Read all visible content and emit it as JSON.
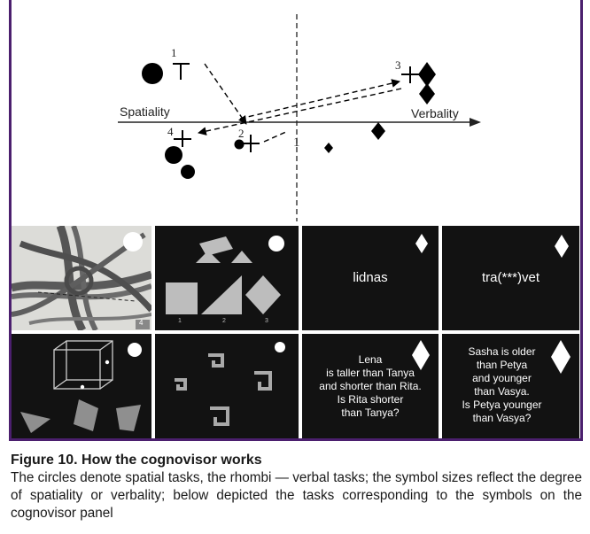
{
  "diagram": {
    "axis_left_label": "Spatiality",
    "axis_right_label": "Verbality",
    "markers": [
      "1",
      "2",
      "3",
      "4",
      "1"
    ]
  },
  "panels": {
    "road_photo": {
      "corner_badge": "4"
    },
    "tangram": {
      "piece_numbers": [
        "1",
        "2",
        "3"
      ]
    },
    "word1": {
      "text": "lidnas"
    },
    "word2": {
      "text": "tra(***)vet"
    },
    "logic1": {
      "lines": [
        "Lena",
        "is taller than Tanya",
        "and shorter than Rita.",
        "Is Rita shorter",
        "than Tanya?"
      ]
    },
    "logic2": {
      "lines": [
        "Sasha is older",
        "than Petya",
        "and younger",
        "than Vasya.",
        "Is Petya younger",
        "than Vasya?"
      ]
    }
  },
  "caption": {
    "title": "Figure 10. How the cognovisor works",
    "body": "The circles denote spatial tasks, the rhombi — verbal tasks; the symbol sizes reflect the degree of spatiality or verbality; below depicted the tasks corresponding to the symbols on the cognovisor panel"
  },
  "colors": {
    "frame": "#4b1f6e",
    "panel_bg": "#121212",
    "ink": "#000000"
  }
}
